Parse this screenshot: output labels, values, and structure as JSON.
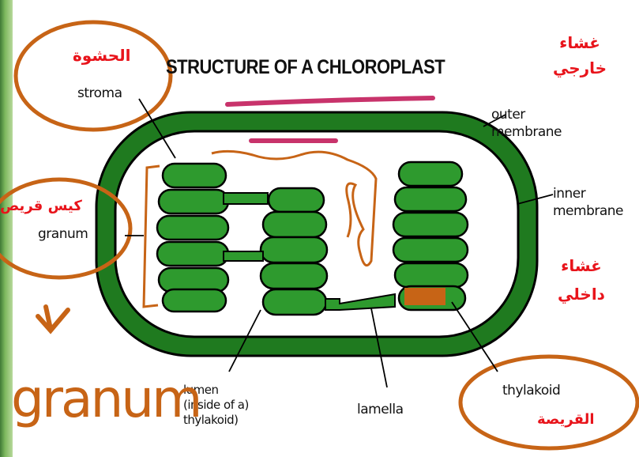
{
  "title": "STRUCTURE OF A CHLOROPLAST",
  "labels": {
    "stroma": "stroma",
    "outer_membrane": "outer\nmembrane",
    "inner_membrane": "inner\nmembrane",
    "granum": "granum",
    "lumen": "lumen\n(inside of a)\nthylakoid)",
    "lamella": "lamella",
    "thylakoid": "thylakoid"
  },
  "annotations": {
    "stroma_ar": "الحشوة",
    "outer_membrane_ar": "غشاء\nخارجي",
    "inner_membrane_ar": "غشاء\nداخلي",
    "granum_ar": "كيس قريص",
    "thylakoid_ar": "القريصة",
    "granum_big": "granum"
  },
  "colors": {
    "membrane_green": "#1f7a1f",
    "thylakoid_green": "#2e9a2e",
    "annotation_orange": "#c76416",
    "arabic_red": "#e8141b",
    "highlight_pink": "#c8336b"
  }
}
